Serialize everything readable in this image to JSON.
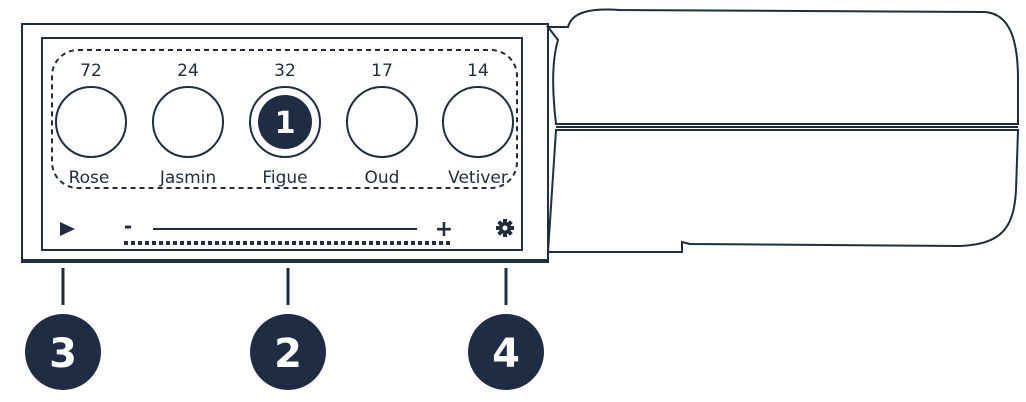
{
  "colors": {
    "stroke": "#1f2d3d",
    "badge": "#1e2d44",
    "background": "#ffffff"
  },
  "channels": [
    {
      "name": "Rose",
      "value": "72",
      "selected": false
    },
    {
      "name": "Jasmin",
      "value": "24",
      "selected": false
    },
    {
      "name": "Figue",
      "value": "32",
      "selected": true,
      "badge": "1"
    },
    {
      "name": "Oud",
      "value": "17",
      "selected": false
    },
    {
      "name": "Vetiver",
      "value": "14",
      "selected": false
    }
  ],
  "controls": {
    "play_icon": "play-icon",
    "minus_label": "-",
    "plus_label": "+",
    "settings_icon": "gear-icon"
  },
  "callouts": [
    {
      "number": "3",
      "target": "play-button"
    },
    {
      "number": "2",
      "target": "intensity-slider"
    },
    {
      "number": "4",
      "target": "settings-button"
    }
  ]
}
